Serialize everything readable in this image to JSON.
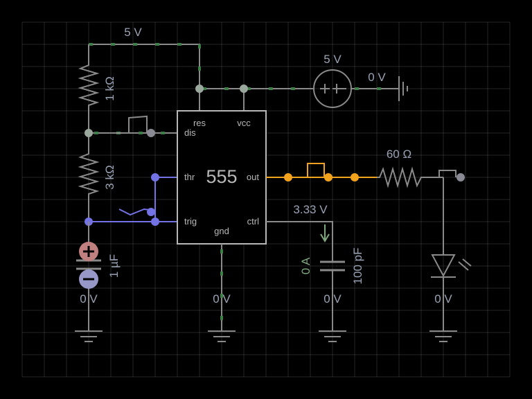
{
  "ic": {
    "name": "555",
    "pins": {
      "res": "res",
      "vcc": "vcc",
      "dis": "dis",
      "thr": "thr",
      "out": "out",
      "trig": "trig",
      "ctrl": "ctrl",
      "gnd": "gnd"
    }
  },
  "labels": {
    "top_rail": "5 V",
    "source_voltage": "5 V",
    "ground_ref": "0 V",
    "r1": "1 kΩ",
    "r2": "3 kΩ",
    "c1": "1 µF",
    "r3": "60 Ω",
    "ctrl_voltage": "3.33 V",
    "ctrl_current": "0 A",
    "c2": "100 pF",
    "gnd_c1": "0 V",
    "gnd_555": "0 V",
    "gnd_c2": "0 V",
    "gnd_led": "0 V"
  },
  "colors": {
    "background": "#000000",
    "grid": "#262626",
    "wire": "#8a8a8a",
    "wire_active": "#3d7d46",
    "node": "#9aa79c",
    "trigger_net": "#7373e6",
    "output_net": "#f2a31d",
    "text": "#9aa3b5",
    "current_text": "#7ea87e"
  }
}
